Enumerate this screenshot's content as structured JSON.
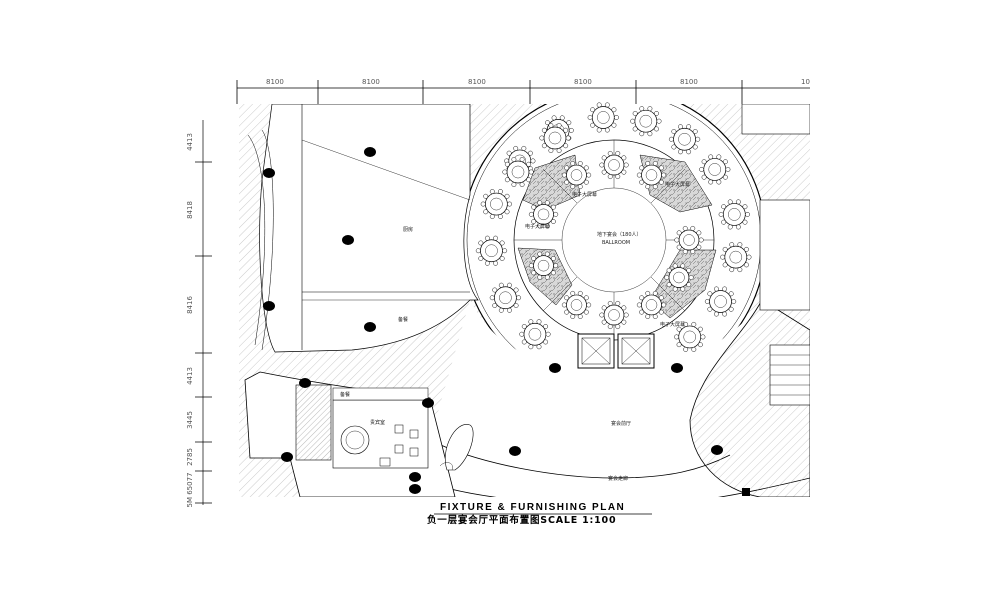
{
  "drawing": {
    "title": "FIXTURE & FURNISHING PLAN",
    "subtitle": "负一层宴会厅平面布置图SCALE 1:100"
  },
  "dimensions": {
    "top": [
      "8100",
      "8100",
      "8100",
      "8100",
      "8100",
      "10"
    ],
    "left": [
      "4413",
      "8418",
      "8416",
      "4413",
      "3445",
      "2785",
      "5M 65077"
    ]
  },
  "rooms": {
    "banquet_center": "地下宴会（180人）",
    "banquet_center_en": "BALLROOM",
    "pre_function": "宴会前厅",
    "room_upper_left": "厨房",
    "room_mid_left": "备餐",
    "vip_room": "贵宾室",
    "vip_toilet": "备餐",
    "corridor": "宴会走廊",
    "electric_panels": [
      "电子大屏幕",
      "电子大屏幕",
      "电子大屏幕",
      "电子大屏幕"
    ]
  },
  "colors": {
    "line": "#000000",
    "hatch": "#9a9a9a",
    "column": "#000000",
    "background": "#ffffff"
  }
}
